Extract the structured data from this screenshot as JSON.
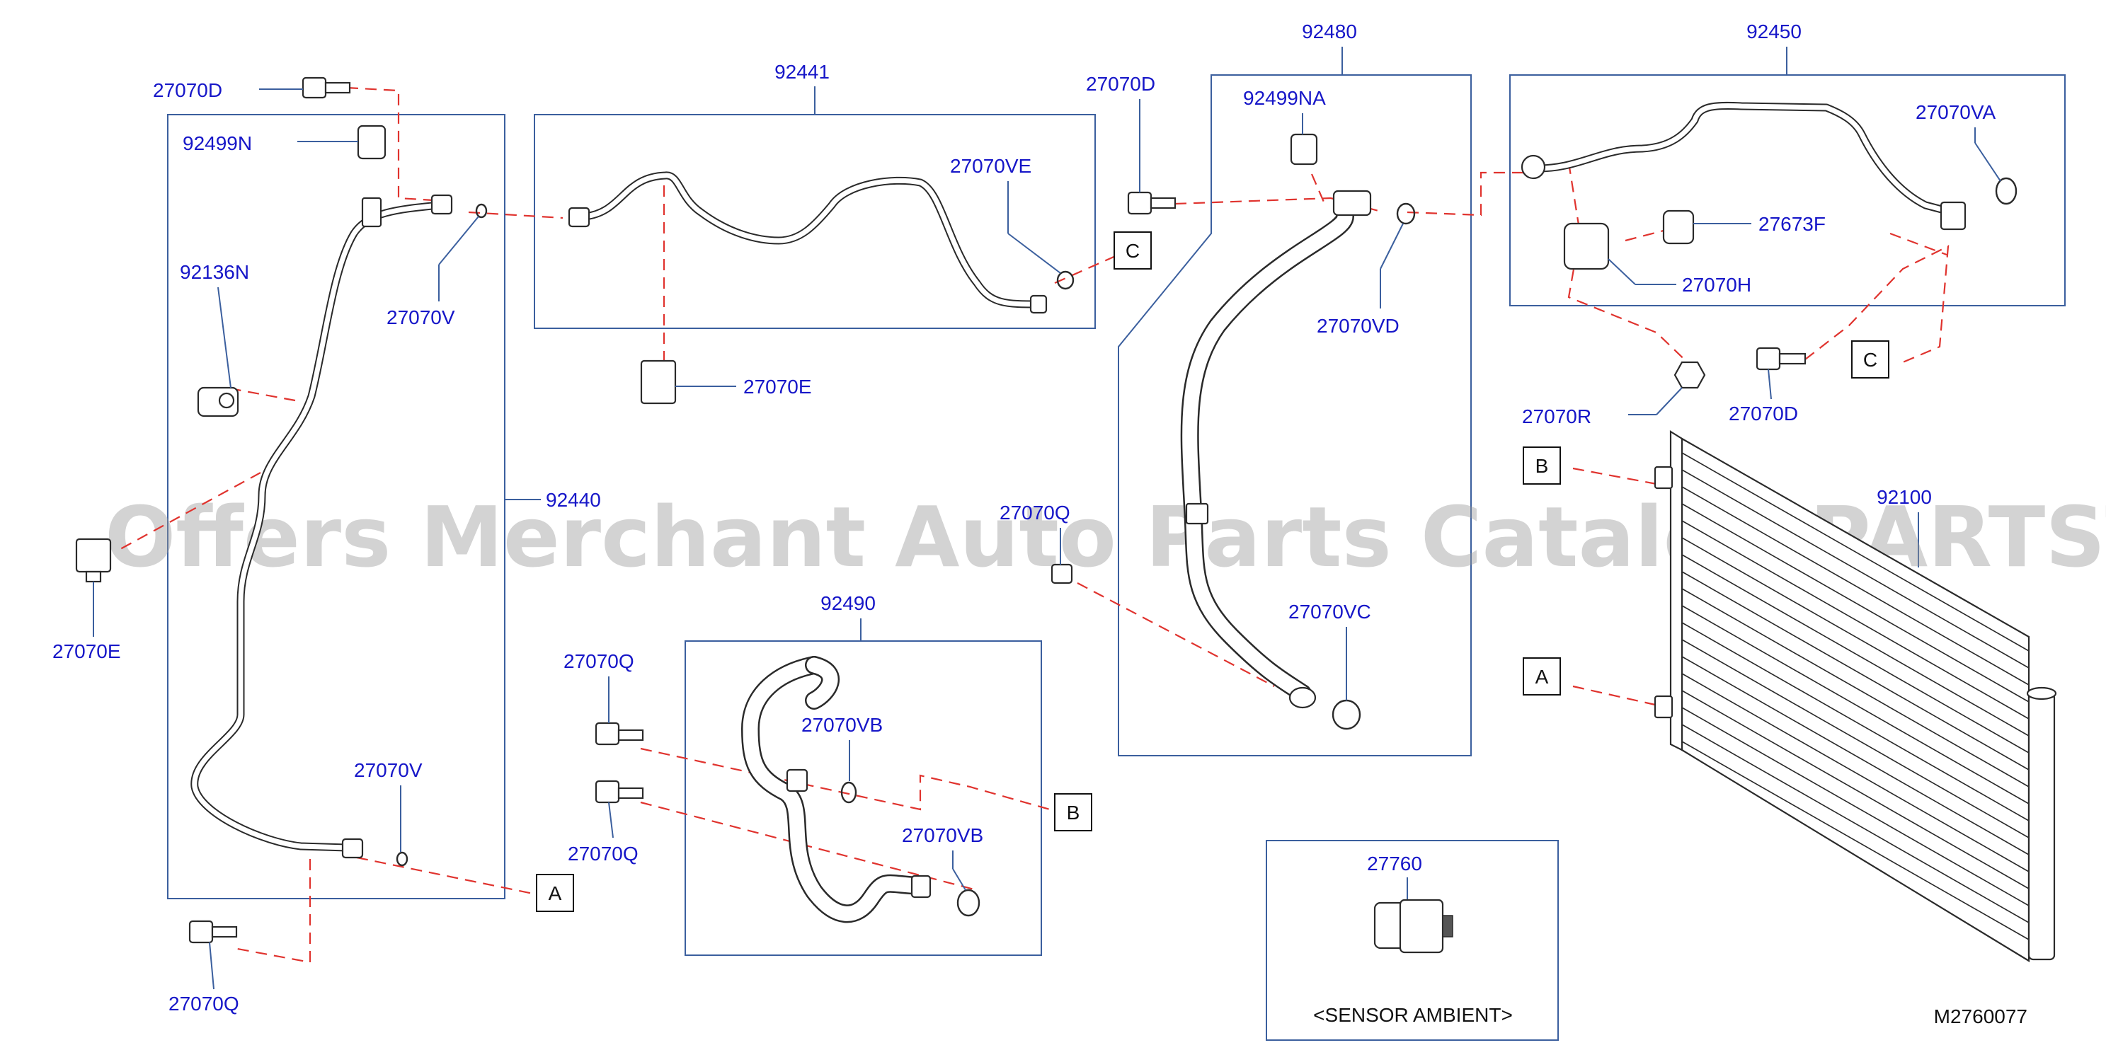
{
  "diagram": {
    "code": "M2760077",
    "watermark": "Offers Merchant Auto Parts Catalog PARTSTORE.SA",
    "sensor_caption": "<SENSOR   AMBIENT>"
  },
  "groups": {
    "g92440": "92440",
    "g92441": "92441",
    "g92480": "92480",
    "g92450": "92450",
    "g92490": "92490",
    "g92100": "92100",
    "g27760": "27760"
  },
  "parts": {
    "p27070D_a": "27070D",
    "p92499N": "92499N",
    "p92136N": "92136N",
    "p27070V_a": "27070V",
    "p27070E_a": "27070E",
    "p27070V_b": "27070V",
    "p27070Q_a": "27070Q",
    "p27070VE": "27070VE",
    "p27070E_b": "27070E",
    "p27070D_b": "27070D",
    "p92499NA": "92499NA",
    "p27070VD": "27070VD",
    "p27070Q_b": "27070Q",
    "p27070VC": "27070VC",
    "p27070VA": "27070VA",
    "p27673F": "27673F",
    "p27070H": "27070H",
    "p27070R": "27070R",
    "p27070D_c": "27070D",
    "p27070Q_c": "27070Q",
    "p27070Q_d": "27070Q",
    "p27070VB_a": "27070VB",
    "p27070VB_b": "27070VB"
  },
  "refs": {
    "c1": "C",
    "c2": "C",
    "b1": "B",
    "b2": "B",
    "a1": "A",
    "a2": "A"
  },
  "colors": {
    "label": "#1616c8",
    "leader": "#3b5f9e",
    "dashed_link": "#e0332e",
    "outline": "#2a2a2a"
  }
}
